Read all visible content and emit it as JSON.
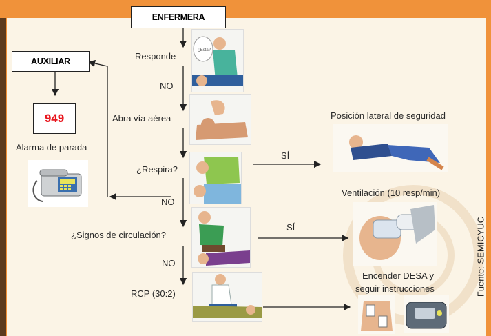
{
  "header": {
    "nurse_label": "ENFERMERA"
  },
  "auxiliary": {
    "label": "AUXILIAR",
    "phone_number": "949",
    "alarm_label": "Alarma de parada"
  },
  "steps": {
    "responds": "Responde",
    "no_1": "NO",
    "open_airway": "Abra vía aérea",
    "breathing": "¿Respira?",
    "no_2": "NO",
    "circulation": "¿Signos de circulación?",
    "no_3": "NO",
    "cpr": "RCP (30:2)"
  },
  "outcomes": {
    "yes_1": "SÍ",
    "recovery_position": "Posición lateral de seguridad",
    "yes_2": "SÍ",
    "ventilation": "Ventilación (10 resp/min)",
    "aed_line1": "Encender DESA y",
    "aed_line2": "seguir instrucciones"
  },
  "source": "Fuente: SEMICYUC",
  "colors": {
    "top_bar": "#f0923a",
    "frame": "#5c3a1e",
    "number_red": "#e8141c"
  }
}
